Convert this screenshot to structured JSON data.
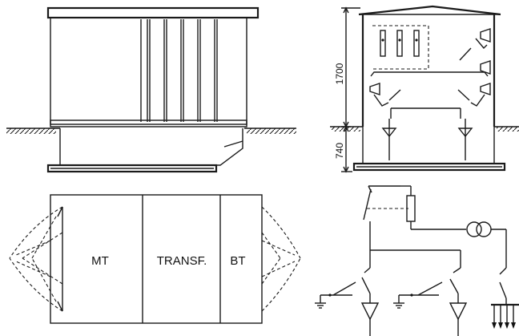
{
  "dimensions": {
    "height_above": "1700",
    "height_below": "740"
  },
  "plan_labels": {
    "mt": "MT",
    "transf": "TRANSF.",
    "bt": "BT"
  }
}
